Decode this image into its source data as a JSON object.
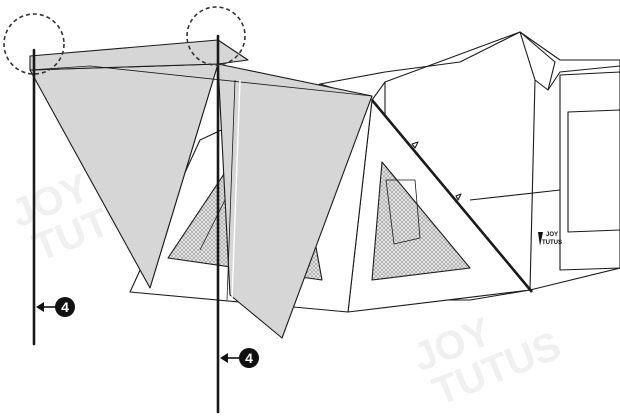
{
  "diagram": {
    "callouts": [
      {
        "id": "pole-left",
        "number": "4"
      },
      {
        "id": "pole-center",
        "number": "4"
      }
    ],
    "brand_label": {
      "line1": "JOY",
      "line2": "TUTUS"
    },
    "watermark": {
      "line1": "JOY",
      "line2": "TUTUS"
    },
    "colors": {
      "canopy_fill": "#d6d6d6",
      "tent_body": "#ffffff",
      "mesh": "#c9c9c9",
      "outline": "#1a1a1a",
      "callout_badge": "#111111"
    }
  }
}
